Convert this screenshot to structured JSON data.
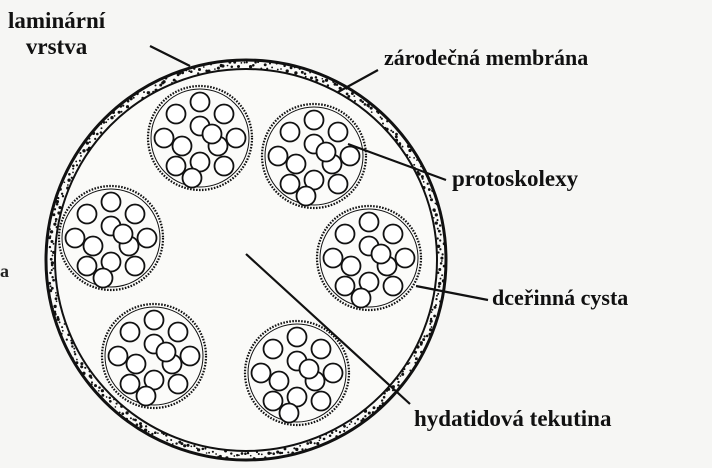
{
  "labels": {
    "laminar_line1": "laminární",
    "laminar_line2": "vrstva",
    "germinal_membrane": "zárodečná membrána",
    "protoscolices": "protoskolexy",
    "daughter_cyst": "dceřinná cysta",
    "hydatid_fluid": "hydatidová tekutina",
    "left_edge_fragment": "a"
  },
  "structure": {
    "daughter_cyst_count": 6,
    "protoscolices_per_cyst": 13
  },
  "colors": {
    "ink": "#111111",
    "paper": "#f6f6f4"
  }
}
